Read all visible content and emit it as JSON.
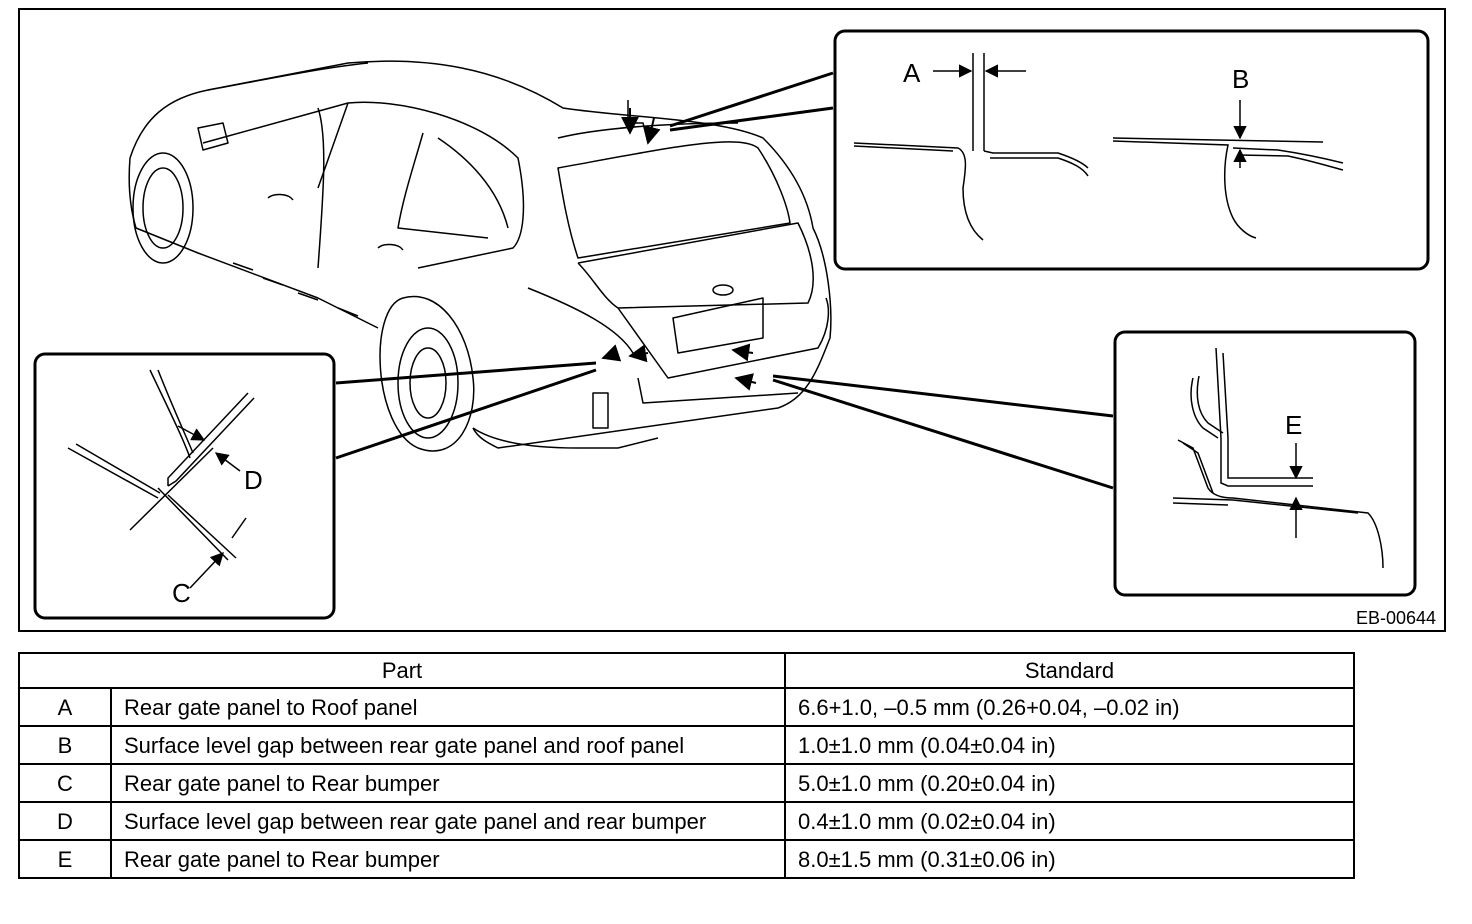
{
  "figure": {
    "callouts": [
      "A",
      "B",
      "C",
      "D",
      "E"
    ],
    "figure_code": "EB-00644"
  },
  "table": {
    "headers": [
      "Part",
      "Standard"
    ],
    "rows": [
      {
        "key": "A",
        "part": "Rear gate panel to Roof panel",
        "standard": "6.6+1.0, –0.5 mm (0.26+0.04, –0.02 in)"
      },
      {
        "key": "B",
        "part": "Surface level gap between rear gate panel and roof panel",
        "standard": "1.0±1.0 mm (0.04±0.04 in)"
      },
      {
        "key": "C",
        "part": "Rear gate panel to Rear bumper",
        "standard": "5.0±1.0 mm (0.20±0.04 in)"
      },
      {
        "key": "D",
        "part": "Surface level gap between rear gate panel and rear bumper",
        "standard": "0.4±1.0 mm (0.02±0.04 in)"
      },
      {
        "key": "E",
        "part": "Rear gate panel to Rear bumper",
        "standard": "8.0±1.5 mm (0.31±0.06 in)"
      }
    ]
  }
}
